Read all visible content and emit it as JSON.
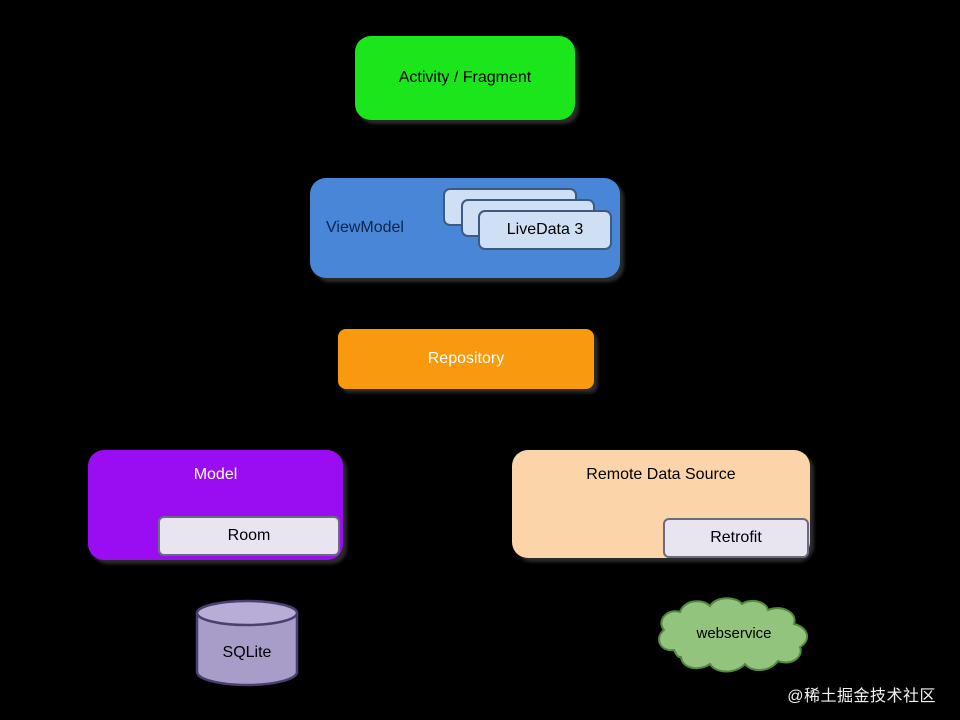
{
  "diagram": {
    "nodes": {
      "activity": {
        "label": "Activity / Fragment",
        "color": "#1be51b"
      },
      "viewmodel": {
        "label": "ViewModel",
        "color": "#4a86d8"
      },
      "livedata": {
        "label": "LiveData 3",
        "color": "#cfe0f4"
      },
      "repository": {
        "label": "Repository",
        "color": "#f9990d"
      },
      "model": {
        "label": "Model",
        "color": "#9a0df3"
      },
      "room": {
        "label": "Room",
        "color": "#e8e4f0"
      },
      "remote_data_source": {
        "label": "Remote Data Source",
        "color": "#fbd4aa"
      },
      "retrofit": {
        "label": "Retrofit",
        "color": "#e8e4f0"
      },
      "sqlite": {
        "label": "SQLite",
        "color": "#a89cc8"
      },
      "webservice": {
        "label": "webservice",
        "color": "#93c47d"
      }
    },
    "watermark": "@稀土掘金技术社区"
  }
}
